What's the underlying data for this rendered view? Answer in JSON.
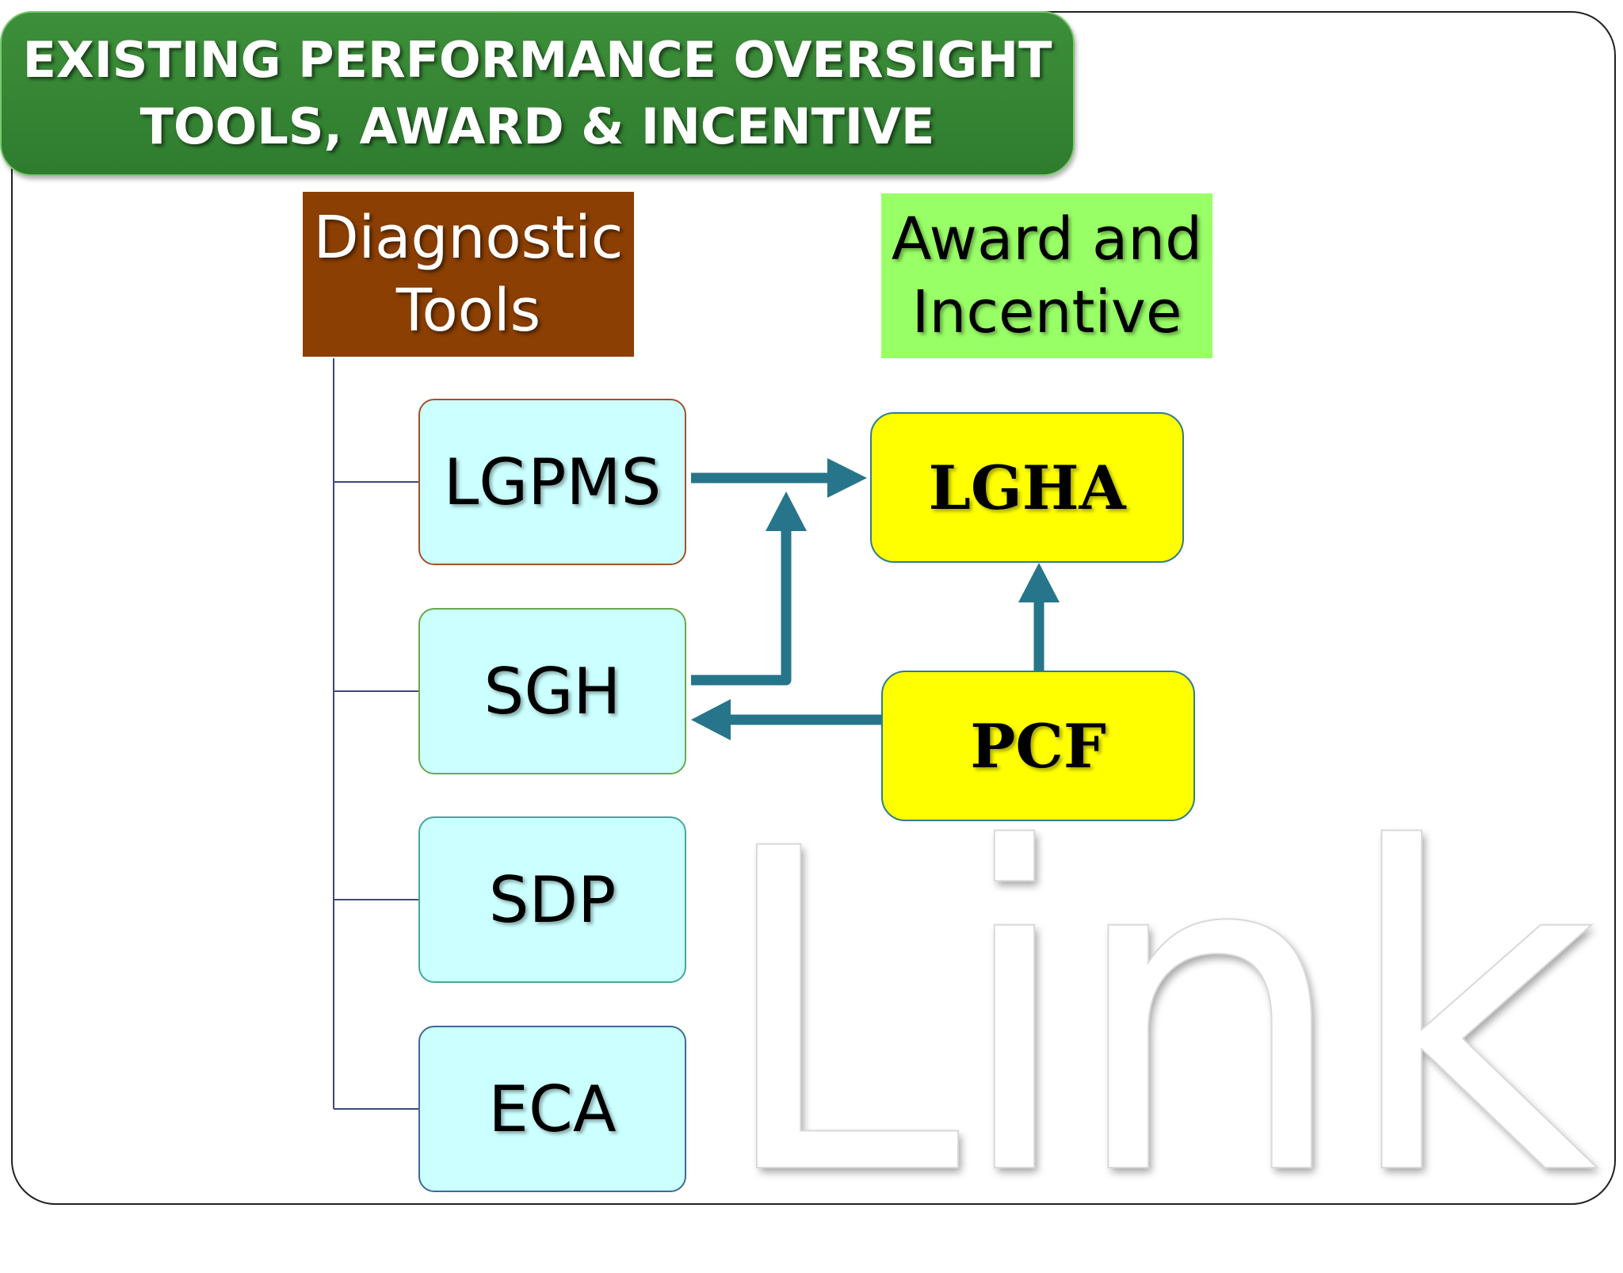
{
  "title": {
    "line1": "EXISTING PERFORMANCE OVERSIGHT",
    "line2": "TOOLS, AWARD & INCENTIVE"
  },
  "diagnostic_header": {
    "line1": "Diagnostic",
    "line2": "Tools"
  },
  "award_header": {
    "line1": "Award and",
    "line2": "Incentive"
  },
  "tools": [
    "LGPMS",
    "SGH",
    "SDP",
    "ECA"
  ],
  "awards": {
    "lgha": "LGHA",
    "pcf": "PCF"
  },
  "watermark": "Link",
  "colors": {
    "title_green": "#2f7c2f",
    "diagnostic_brown": "#8b3f02",
    "award_green": "#99ff66",
    "tool_cyan": "#ccffff",
    "award_yellow": "#ffff00",
    "arrow_teal": "#26758a",
    "tree_line": "#3d4a7a"
  }
}
